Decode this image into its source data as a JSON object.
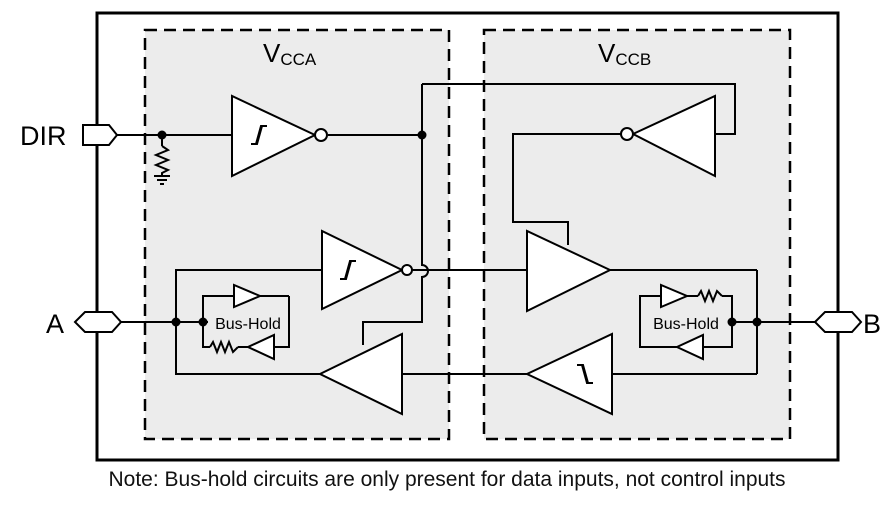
{
  "domains": {
    "a": {
      "symbol": "V",
      "subscript": "CCA"
    },
    "b": {
      "symbol": "V",
      "subscript": "CCB"
    }
  },
  "pins": {
    "dir": "DIR",
    "a": "A",
    "b": "B"
  },
  "bus_hold_label": "Bus-Hold",
  "note": "Note: Bus-hold circuits are only present for data inputs, not control inputs",
  "colors": {
    "line": "#000000",
    "domain_fill": "#ececec",
    "background": "#ffffff"
  }
}
